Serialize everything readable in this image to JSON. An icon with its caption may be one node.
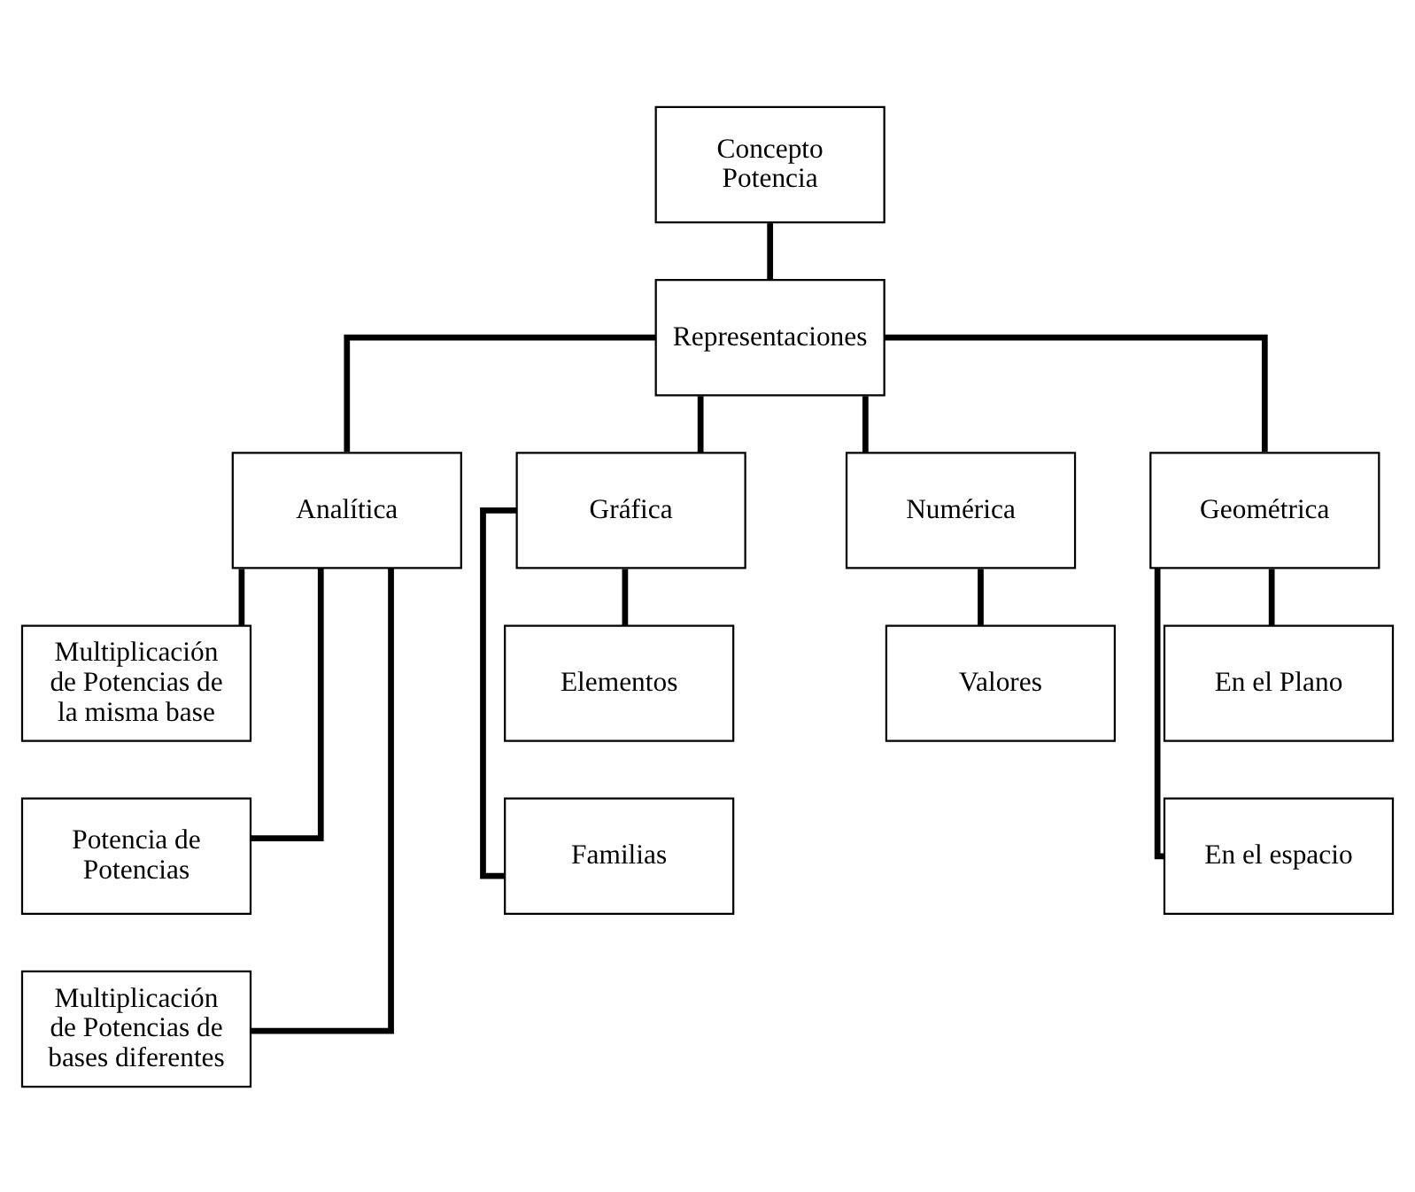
{
  "diagram": {
    "nodes": [
      {
        "text": [
          "Concepto Potencia"
        ]
      },
      {
        "text": [
          "Representaciones"
        ]
      },
      {
        "text": [
          "Analítica"
        ]
      },
      {
        "text": [
          "Gráfica"
        ]
      },
      {
        "text": [
          "Numérica"
        ]
      },
      {
        "text": [
          "Geométrica"
        ]
      },
      {
        "text": [
          "Multiplicación de Potencias de la misma base"
        ]
      },
      {
        "text": [
          "Potencia de Potencias"
        ]
      },
      {
        "text": [
          "Multiplicación de Potencias de bases diferentes"
        ]
      },
      {
        "text": [
          "Elementos"
        ]
      },
      {
        "text": [
          "Familias"
        ]
      },
      {
        "text": [
          "Valores"
        ]
      },
      {
        "text": [
          "En el Plano"
        ]
      },
      {
        "text": [
          "En el espacio"
        ]
      }
    ],
    "edges": [
      {
        "from": 0,
        "to": 1,
        "arrow": "none"
      },
      {
        "from": 1,
        "to": 2,
        "arrow": "none"
      },
      {
        "from": 1,
        "to": 3,
        "arrow": "none"
      },
      {
        "from": 1,
        "to": 4,
        "arrow": "none"
      },
      {
        "from": 1,
        "to": 5,
        "arrow": "none"
      },
      {
        "from": 2,
        "to": 6,
        "arrow": "none"
      },
      {
        "from": 2,
        "to": 7,
        "arrow": "none"
      },
      {
        "from": 2,
        "to": 8,
        "arrow": "none"
      },
      {
        "from": 3,
        "to": 9,
        "arrow": "none"
      },
      {
        "from": 3,
        "to": 10,
        "arrow": "none"
      },
      {
        "from": 4,
        "to": 11,
        "arrow": "none"
      },
      {
        "from": 5,
        "to": 12,
        "arrow": "none"
      },
      {
        "from": 5,
        "to": 13,
        "arrow": "none"
      }
    ]
  }
}
